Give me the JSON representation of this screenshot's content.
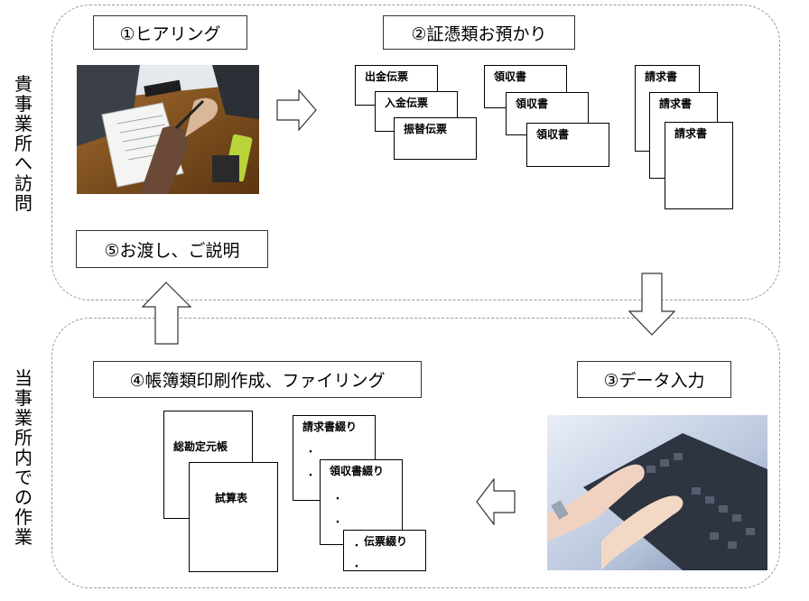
{
  "regions": {
    "top_label": "貴事業所へ訪問",
    "bottom_label": "当事業所内での作業"
  },
  "steps": {
    "step1": "①ヒアリング",
    "step2": "②証憑類お預かり",
    "step3": "③データ入力",
    "step4": "④帳簿類印刷作成、ファイリング",
    "step5": "⑤お渡し、ご説明"
  },
  "vouchers": {
    "group1": [
      "出金伝票",
      "入金伝票",
      "振替伝票"
    ],
    "group2": [
      "領収書",
      "領収書",
      "領収書"
    ],
    "group3": [
      "請求書",
      "請求書",
      "請求書"
    ]
  },
  "books": {
    "ledger": "総勘定元帳",
    "trial_balance": "試算表",
    "bind1": "請求書綴り",
    "bind2": "領収書綴り",
    "bind3": "伝票綴り",
    "bullet": "・"
  },
  "photos": {
    "hearing": "meeting-photo",
    "typing": "keyboard-typing-photo"
  }
}
